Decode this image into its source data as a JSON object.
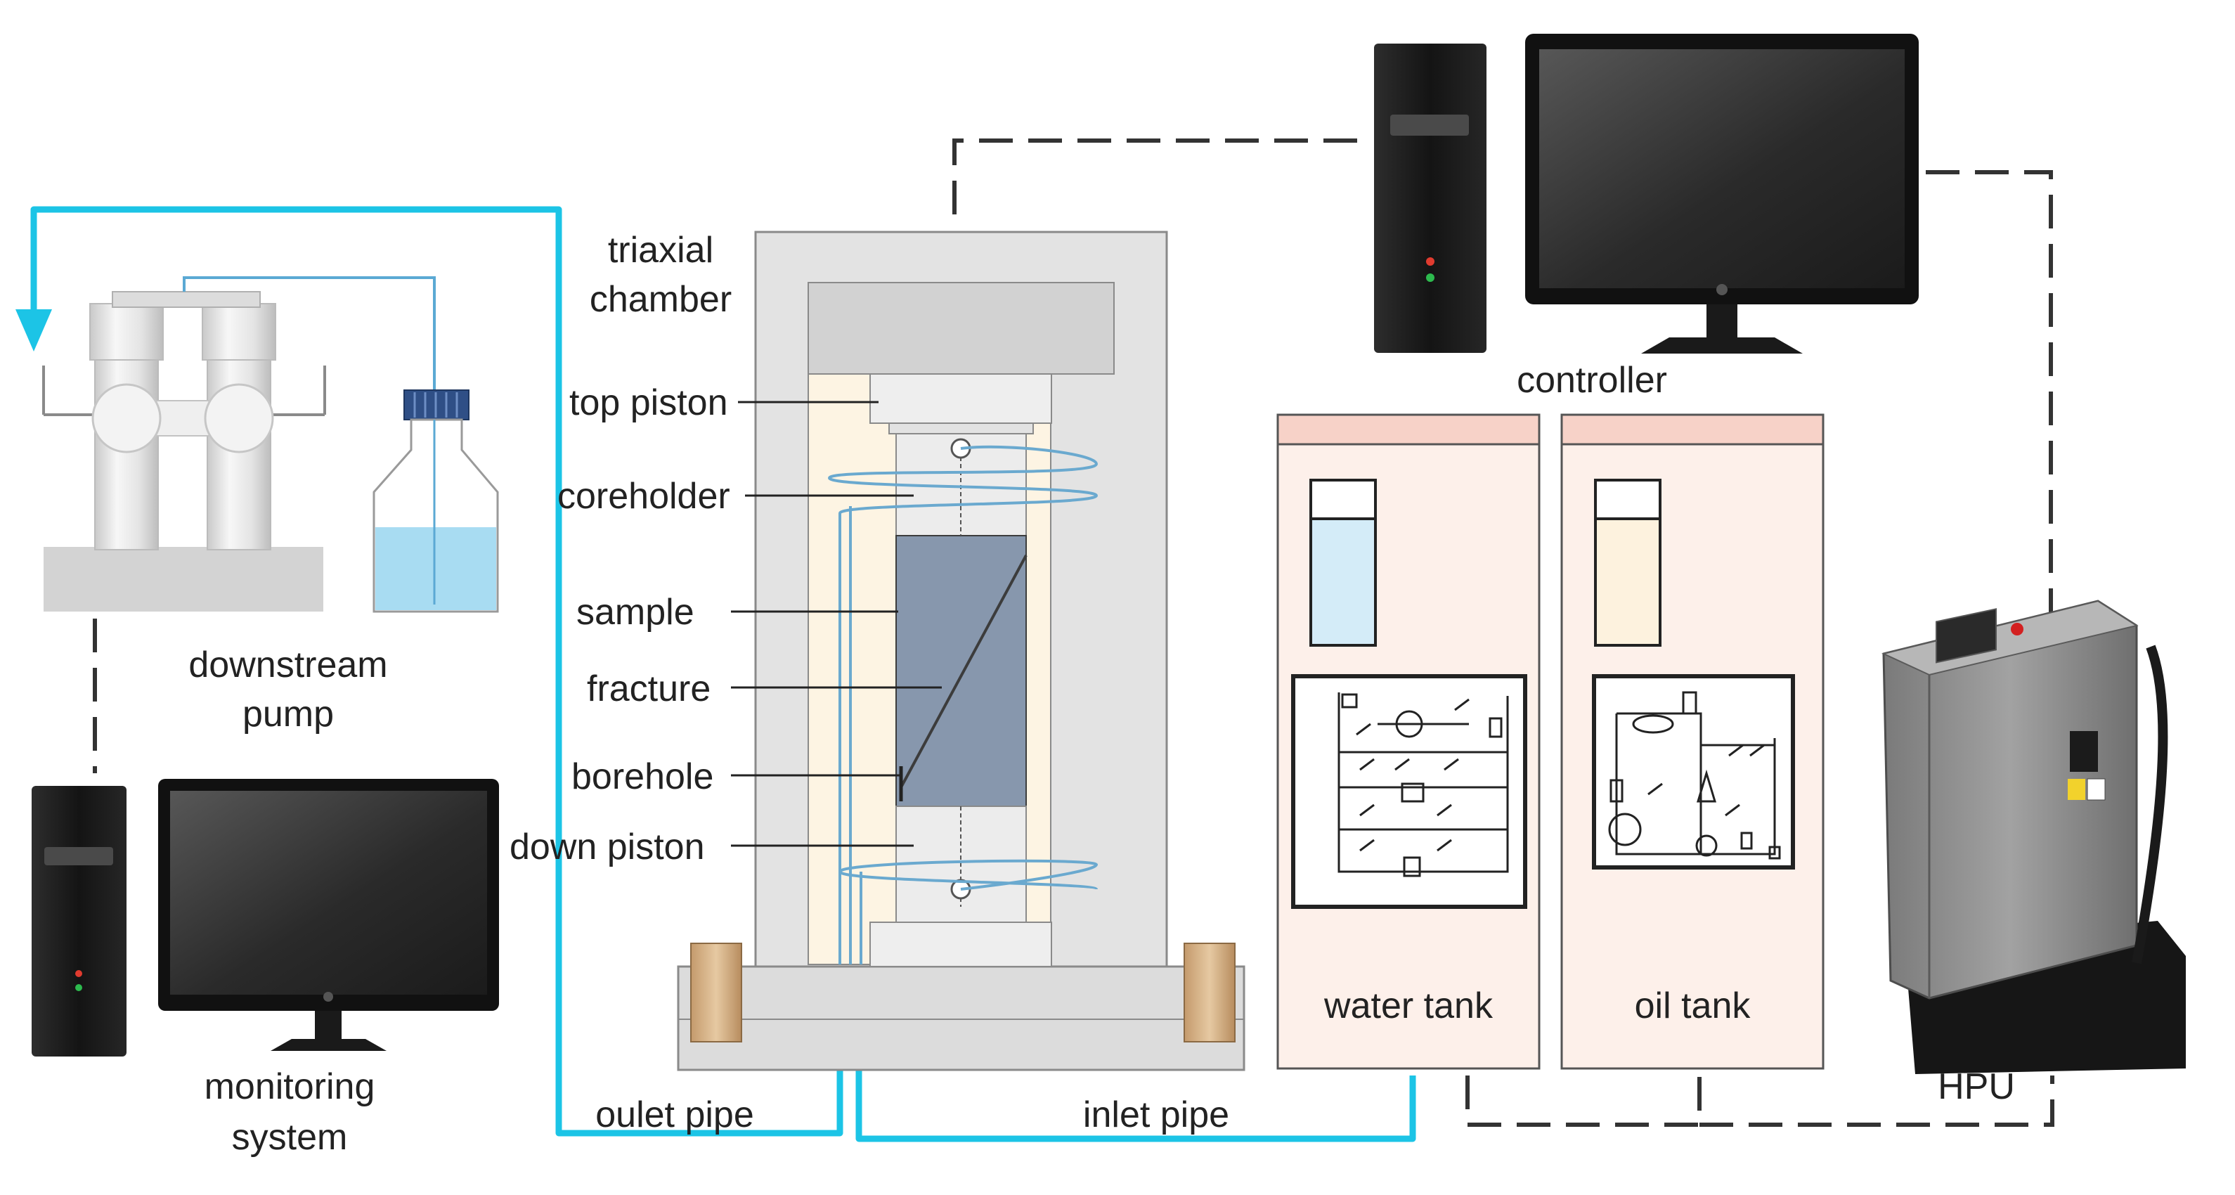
{
  "labels": {
    "triaxial_chamber_line1": "triaxial",
    "triaxial_chamber_line2": "chamber",
    "top_piston": "top piston",
    "coreholder": "coreholder",
    "sample": "sample",
    "fracture": "fracture",
    "borehole": "borehole",
    "down_piston": "down piston",
    "downstream_pump_line1": "downstream",
    "downstream_pump_line2": "pump",
    "monitoring_system_line1": "monitoring",
    "monitoring_system_line2": "system",
    "controller": "controller",
    "water_tank": "water tank",
    "oil_tank": "oil tank",
    "hpu": "HPU",
    "outlet_pipe": "oulet pipe",
    "inlet_pipe": "inlet pipe"
  },
  "colors": {
    "fluid_line": "#1cc4e6",
    "signal_line": "#333333",
    "chamber_frame": "#e3e3e3",
    "confining_fluid": "#fdf4e3",
    "sample": "#8797ad",
    "tank_panel": "#fdf0ea",
    "tank_header": "#f7d2c8",
    "water": "#d4ecf8",
    "oil": "#fdf2de",
    "computer": "#1a1a1a",
    "hpu_body": "#8d8d8d"
  },
  "icons": [
    "computer-tower-icon",
    "monitor-icon",
    "hydraulic-schematic-icon",
    "bottle-icon",
    "hpu-unit-icon"
  ]
}
